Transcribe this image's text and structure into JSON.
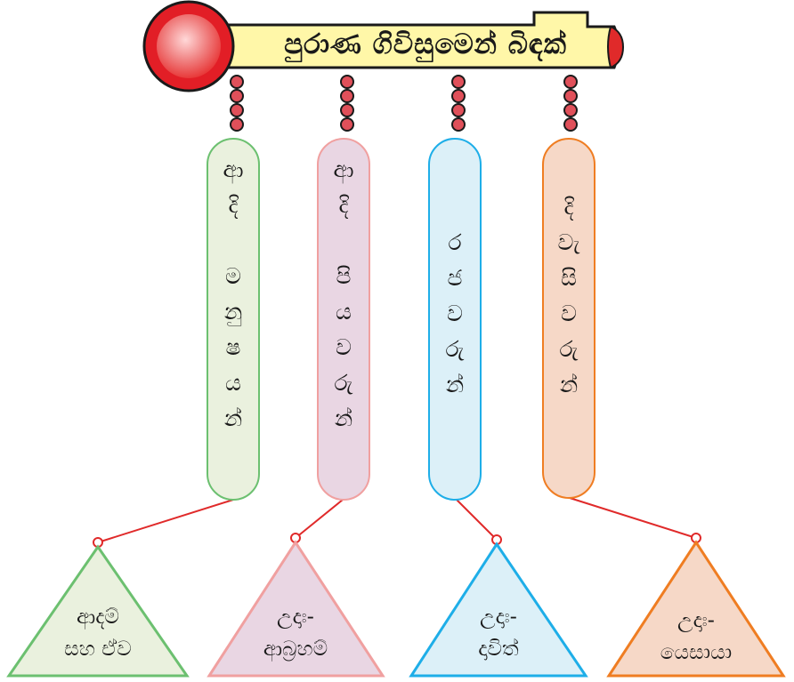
{
  "title": "පුරාණ ගිවිසුමෙන් බිඳක්",
  "colors": {
    "green_fill": "#eaf1de",
    "green_stroke": "#6cc070",
    "pink_fill": "#e9d6e3",
    "pink_stroke": "#f0a0a0",
    "blue_fill": "#dcf0f8",
    "blue_stroke": "#1eaee8",
    "orange_fill": "#f6d8c7",
    "orange_stroke": "#ef7d22",
    "scroll_fill": "#fff7a8",
    "chain": "#e0505a",
    "connector": "#e02a2a"
  },
  "categories": [
    {
      "id": "first-humans",
      "vertical_letters": [
        "ආ",
        "දි",
        "",
        "ම",
        "නු",
        "ෂ",
        "ය",
        "න්"
      ],
      "example_lines": [
        "ආදම්",
        "සහ ඒව"
      ]
    },
    {
      "id": "patriarchs",
      "vertical_letters": [
        "ආ",
        "දි",
        "",
        "පි",
        "ය",
        "ව",
        "රු",
        "න්"
      ],
      "example_lines": [
        "උදාඃ-",
        "ආබ්‍රහම්"
      ]
    },
    {
      "id": "kings",
      "vertical_letters": [
        "ර",
        "ජ",
        "ව",
        "රු",
        "න්"
      ],
      "example_lines": [
        "උදාඃ-",
        "දාවිත්"
      ]
    },
    {
      "id": "prophets",
      "vertical_letters": [
        "දි",
        "වැ",
        "සි",
        "ව",
        "රු",
        "න්"
      ],
      "example_lines": [
        "උදාඃ-",
        "යෙසායා"
      ]
    }
  ]
}
